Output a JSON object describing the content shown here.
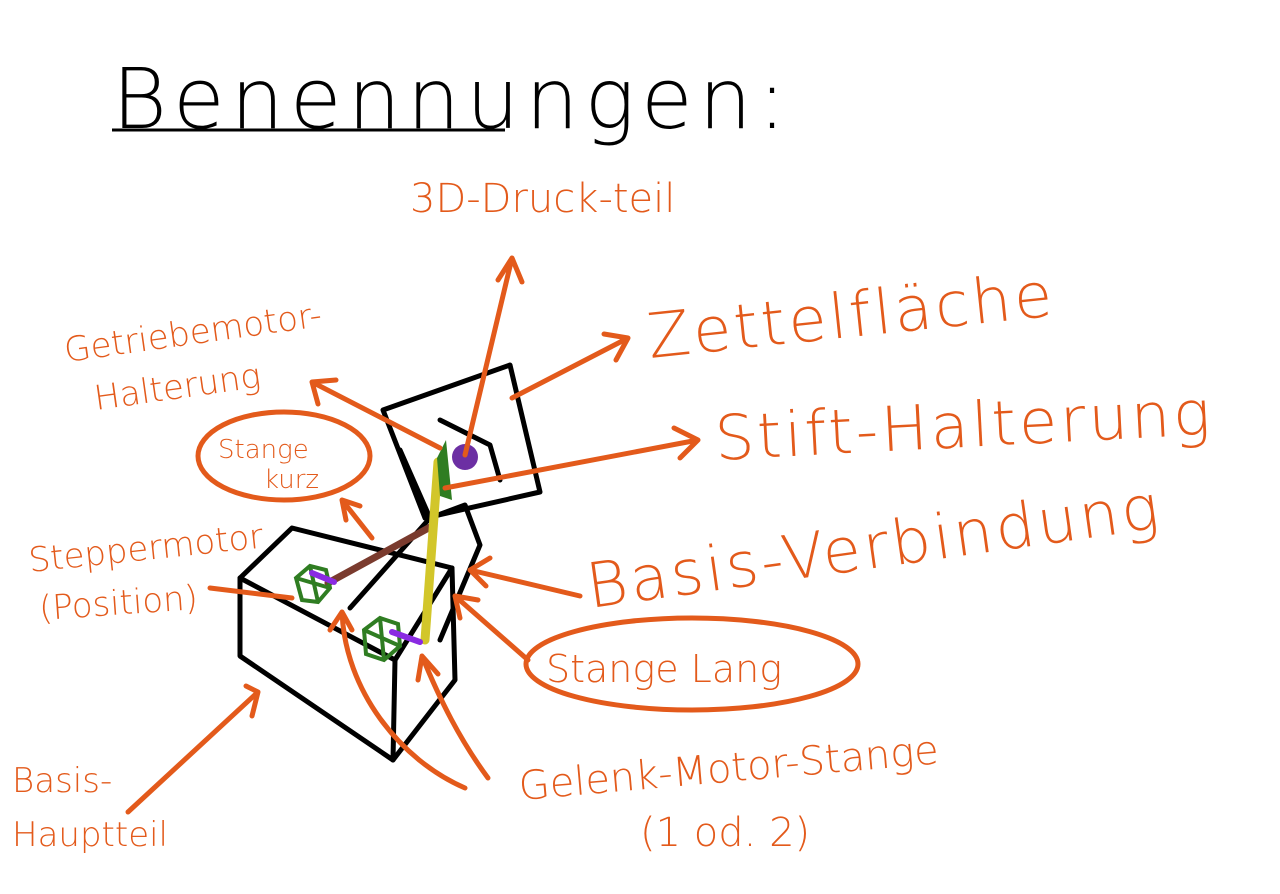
{
  "title": "Benennungen:",
  "colors": {
    "ink": "#000000",
    "annotation": "#e35a1b",
    "gear": "#2f7d22",
    "rod_short": "#7a3b2e",
    "rod_long": "#d2c62a",
    "connector": "#8a2be2"
  },
  "labels": {
    "print_part": "3D-Druck-teil",
    "gearmotor_mount_1": "Getriebemotor-",
    "gearmotor_mount_2": "Halterung",
    "rod_short_1": "Stange",
    "rod_short_2": "kurz",
    "stepper_1": "Steppermotor",
    "stepper_2": "(Position)",
    "base_main_1": "Basis-",
    "base_main_2": "Hauptteil",
    "note_area": "Zettelfläche",
    "pen_mount": "Stift-Halterung",
    "base_connection": "Basis-Verbindung",
    "rod_long": "Stange  Lang",
    "joint_motor_rod_1": "Gelenk-Motor-Stange",
    "joint_motor_rod_2": "(1  od. 2)"
  }
}
